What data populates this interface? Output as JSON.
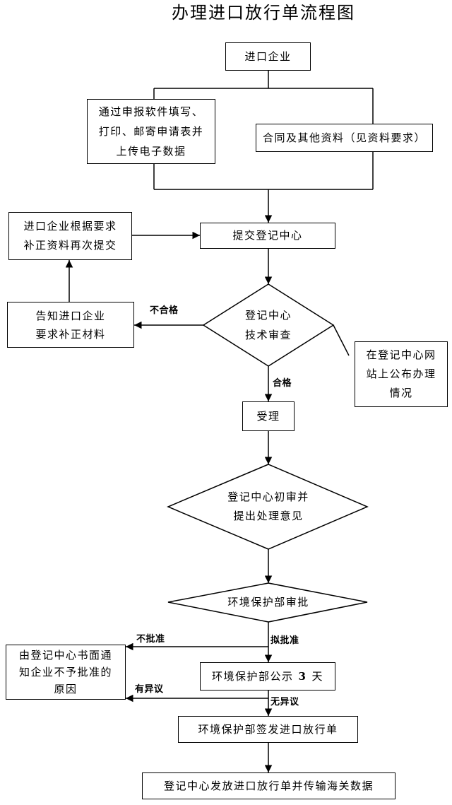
{
  "title": "办理进口放行单流程图",
  "nodes": {
    "import_enterprise": "进口企业",
    "apply_online": [
      "通过申报软件填写、",
      "打印、邮寄申请表并",
      "上传电子数据"
    ],
    "contract_docs": "合同及其他资料（见资料要求）",
    "submit_center": "提交登记中心",
    "resubmit": [
      "进口企业根据要求",
      "补正资料再次提交"
    ],
    "tech_review": [
      "登记中心",
      "技术审查"
    ],
    "notify_supplement": [
      "告知进口企业",
      "要求补正材料"
    ],
    "publish_status": [
      "在登记中心网",
      "站上公布办理",
      "情况"
    ],
    "accept": "受理",
    "preliminary_review": [
      "登记中心初审并",
      "提出处理意见"
    ],
    "mep_approval": "环境保护部审批",
    "reject_notice": [
      "由登记中心书面通",
      "知企业不予批准的",
      "原因"
    ],
    "public_notice": {
      "text": "环境保护部公示",
      "days": "3",
      "unit": "天"
    },
    "issue_permit": "环境保护部签发进口放行单",
    "distribute": "登记中心发放进口放行单并传输海关数据"
  },
  "edge_labels": {
    "fail": "不合格",
    "pass": "合格",
    "not_approved": "不批准",
    "proposed_approval": "拟批准",
    "objection": "有异议",
    "no_objection": "无异议"
  }
}
